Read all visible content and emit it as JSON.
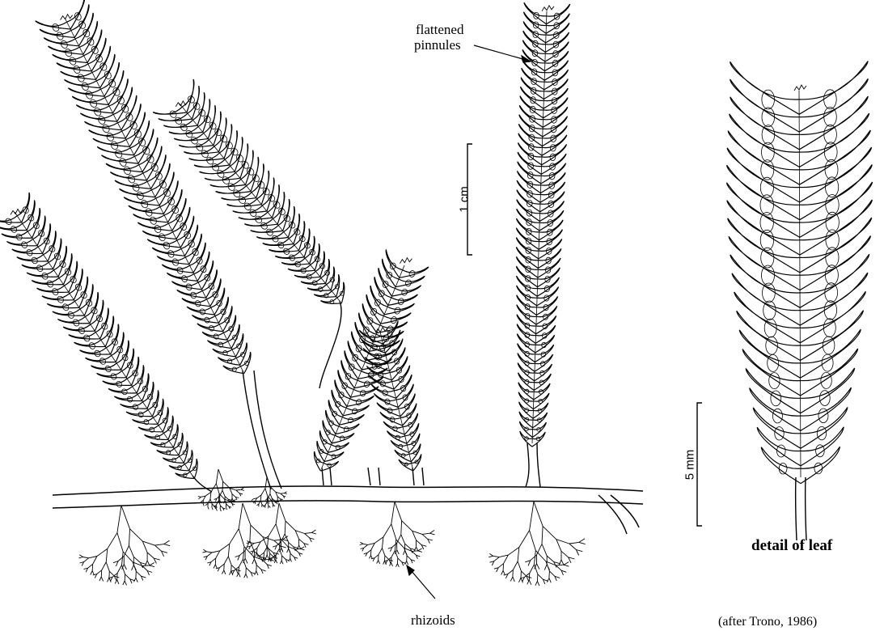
{
  "labels": {
    "pinnules_line1": "flattened",
    "pinnules_line2": "pinnules",
    "rhizoids": "rhizoids",
    "detail": "detail of leaf",
    "credit": "(after Trono, 1986)"
  },
  "scales": {
    "main": "1 cm",
    "detail": "5 mm"
  },
  "colors": {
    "ink": "#000000",
    "background": "#ffffff"
  }
}
